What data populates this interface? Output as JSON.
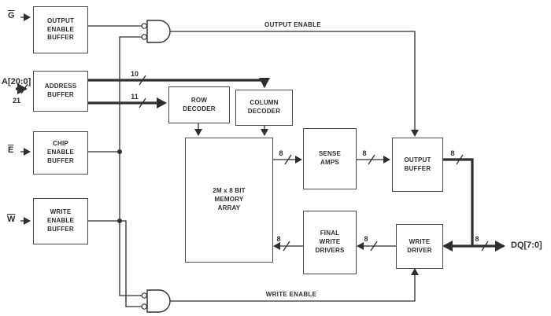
{
  "boxes": {
    "output_enable_buffer": "OUTPUT\nENABLE\nBUFFER",
    "address_buffer": "ADDRESS\nBUFFER",
    "chip_enable_buffer": "CHIP\nENABLE\nBUFFER",
    "write_enable_buffer": "WRITE\nENABLE\nBUFFER",
    "row_decoder": "ROW\nDECODER",
    "column_decoder": "COLUMN\nDECODER",
    "memory_array": "2M x 8  BIT\nMEMORY\nARRAY",
    "sense_amps": "SENSE\nAMPS",
    "output_buffer": "OUTPUT\nBUFFER",
    "final_write_drivers": "FINAL\nWRITE\nDRIVERS",
    "write_driver": "WRITE\nDRIVER"
  },
  "signals": {
    "g": "G",
    "e": "E",
    "w": "W",
    "address": "A[20:0]",
    "address_width": "21",
    "dq": "DQ[7:0]",
    "output_enable_label": "OUTPUT ENABLE",
    "write_enable_label": "WRITE ENABLE",
    "column_bus_width": "10",
    "row_bus_width": "11",
    "data_bus_width": "8"
  },
  "colors": {
    "line": "#2e2e30",
    "background": "#ffffff"
  }
}
